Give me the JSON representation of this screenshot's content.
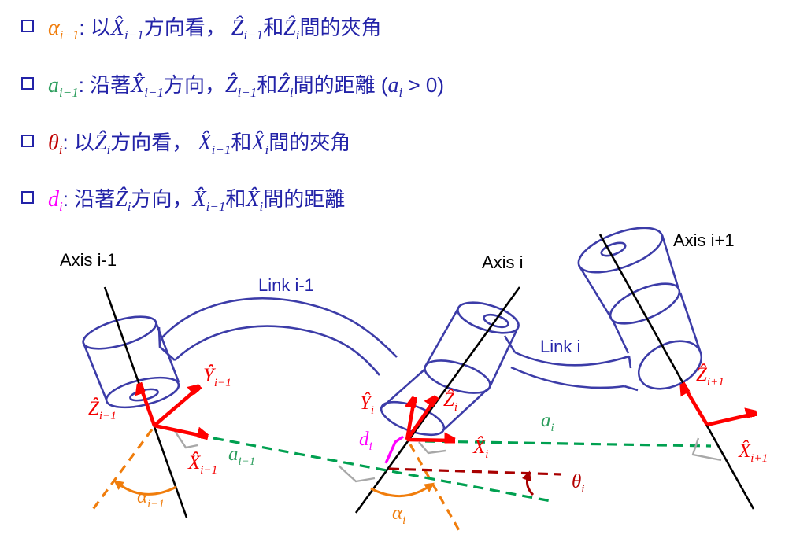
{
  "bullets": [
    {
      "term": "α",
      "term_sub": "i−1",
      "colon": ": ",
      "t1": "以",
      "v1": "X̂",
      "s1": "i−1",
      "t2": "方向看， ",
      "v2": "Ẑ",
      "s2": "i−1",
      "t3": "和",
      "v3": "Ẑ",
      "s3": "i",
      "t4": "間的夾角"
    },
    {
      "term": "a",
      "term_sub": "i−1",
      "colon": ": ",
      "t1": "沿著",
      "v1": "X̂",
      "s1": "i−1",
      "t2": "方向，",
      "v2": "Ẑ",
      "s2": "i−1",
      "t3": "和",
      "v3": "Ẑ",
      "s3": "i",
      "t4": "間的距離 (",
      "v4": "a",
      "s4": "i",
      "t5": " > 0)"
    },
    {
      "term": "θ",
      "term_sub": "i",
      "colon": ": ",
      "t1": "以",
      "v1": "Ẑ",
      "s1": "i",
      "t2": "方向看， ",
      "v2": "X̂",
      "s2": "i−1",
      "t3": "和",
      "v3": "X̂",
      "s3": "i",
      "t4": "間的夾角"
    },
    {
      "term": "d",
      "term_sub": "i",
      "colon": ": ",
      "t1": "沿著",
      "v1": "Ẑ",
      "s1": "i",
      "t2": "方向，",
      "v2": "X̂",
      "s2": "i−1",
      "t3": "和",
      "v3": "X̂",
      "s3": "i",
      "t4": "間的距離"
    }
  ],
  "diagram": {
    "labels": {
      "axis_im1": "Axis i-1",
      "link_im1": "Link i-1",
      "axis_i": "Axis i",
      "axis_ip1": "Axis i+1",
      "link_i": "Link i"
    },
    "math": {
      "z_im1": {
        "v": "Ẑ",
        "sub": "i−1"
      },
      "y_im1": {
        "v": "Ŷ",
        "sub": "i−1"
      },
      "x_im1": {
        "v": "X̂",
        "sub": "i−1"
      },
      "y_i": {
        "v": "Ŷ",
        "sub": "i"
      },
      "z_i": {
        "v": "Ẑ",
        "sub": "i"
      },
      "x_i": {
        "v": "X̂",
        "sub": "i"
      },
      "z_ip1": {
        "v": "Ẑ",
        "sub": "i+1"
      },
      "x_ip1": {
        "v": "X̂",
        "sub": "i+1"
      },
      "a_im1": {
        "v": "a",
        "sub": "i−1"
      },
      "a_i": {
        "v": "a",
        "sub": "i"
      },
      "alpha_im1": {
        "v": "α",
        "sub": "i−1"
      },
      "alpha_i": {
        "v": "α",
        "sub": "i"
      },
      "theta_i": {
        "v": "θ",
        "sub": "i"
      },
      "d_i": {
        "v": "d",
        "sub": "i"
      }
    },
    "colors": {
      "text_navy": "#2323A8",
      "drawing_blue": "#3C3CA8",
      "axis_black": "#000000",
      "frame_red": "#FF0000",
      "param_green": "#2E9E5E",
      "param_orange": "#F07D0C",
      "param_magenta": "#FF00FF",
      "param_dark_red": "#A80000",
      "right_angle_gray": "#A8A8A8"
    }
  }
}
